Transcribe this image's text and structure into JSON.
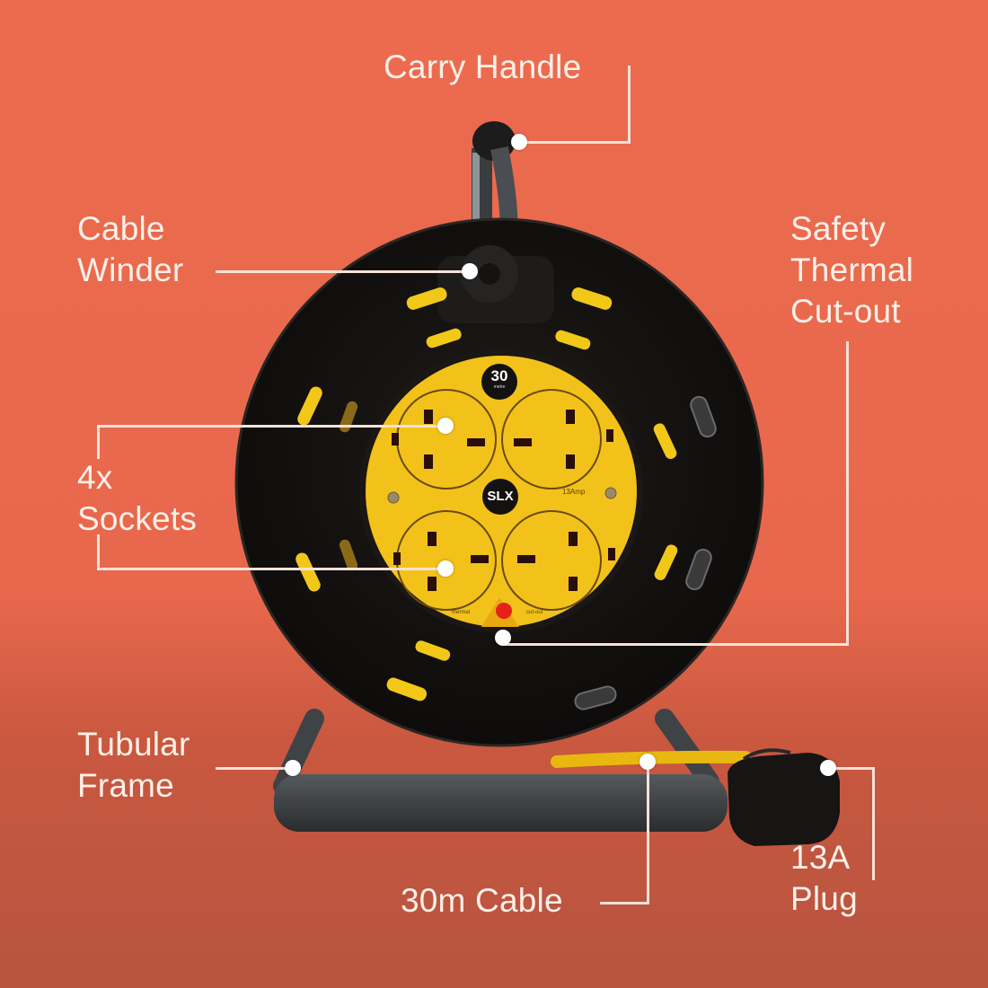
{
  "product": {
    "name": "cable reel",
    "brand_badge": "SLX",
    "length_badge": "30",
    "length_badge_unit": "metre",
    "rating_text": "13Amp",
    "thermal_left_text": "thermal",
    "thermal_right_text": "cut-out",
    "socket_count": 4
  },
  "callouts": {
    "carry_handle": "Carry Handle",
    "cable_winder": "Cable\nWinder",
    "safety_thermal": "Safety\nThermal\nCut-out",
    "sockets": "4x\nSockets",
    "tubular_frame": "Tubular\nFrame",
    "cable": "30m Cable",
    "plug": "13A\nPlug"
  },
  "colors": {
    "background": "#ec6b4f",
    "reel": "#141210",
    "socket_face": "#f2c21a",
    "frame": "#3a3d3f",
    "label_text": "#fdf0e8",
    "indicator": "#e8201a"
  }
}
